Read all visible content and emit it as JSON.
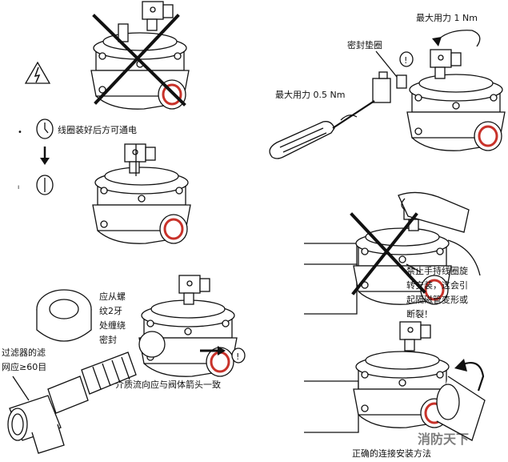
{
  "labels": {
    "max_force_1": "最大用力 1 Nm",
    "seal_gasket": "密封垫圈",
    "max_force_05": "最大用力 0.5 Nm",
    "coil_power_note": "线圈装好后方可通电",
    "thread_tape_1": "应从螺",
    "thread_tape_2": "纹2牙",
    "thread_tape_3": "处缠绕",
    "thread_tape_4": "密封",
    "filter_1": "过滤器的滤",
    "filter_2": "网应≥60目",
    "flow_direction": "介质流向应与阀体箭头一致",
    "forbid_1": "禁止手持线圈旋",
    "forbid_2": "转安装，这会引",
    "forbid_3": "起隔磁管变形或",
    "forbid_4": "断裂！",
    "correct_method": "正确的连接安装方法",
    "watermark": "消防天下"
  },
  "symbols": {
    "warning": "!",
    "caution": "!"
  }
}
